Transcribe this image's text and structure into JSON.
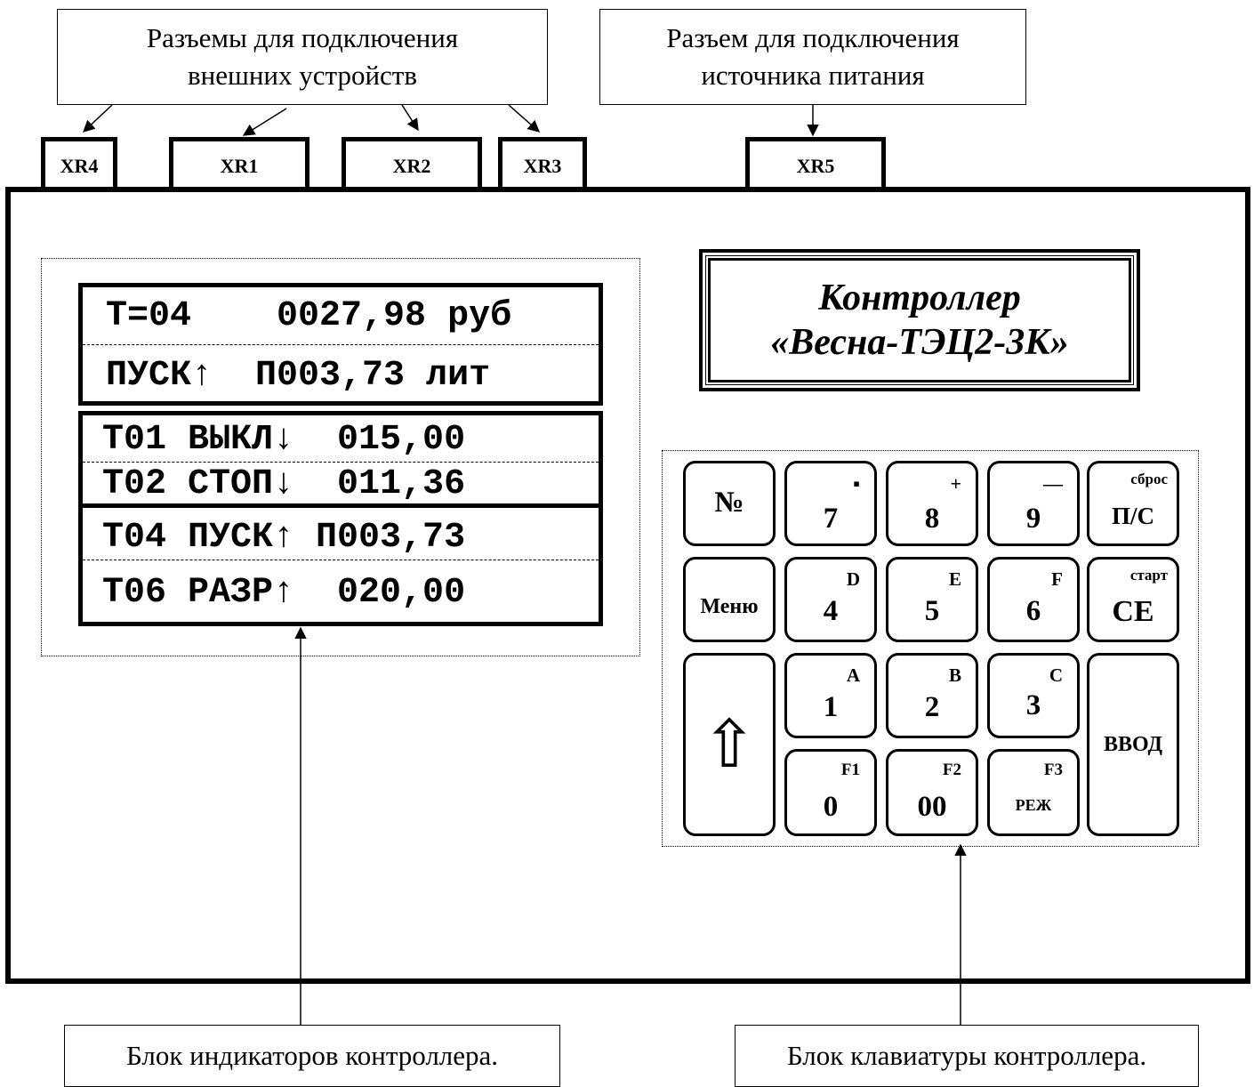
{
  "callouts": {
    "external_connectors": [
      "Разъемы для подключения",
      "внешних устройств"
    ],
    "power_connector": [
      "Разъем для подключения",
      "источника питания"
    ],
    "indicator_block": "Блок индикаторов контроллера.",
    "keyboard_block": "Блок клавиатуры контроллера."
  },
  "connectors": {
    "xr4": "XR4",
    "xr1": "XR1",
    "xr2": "XR2",
    "xr3": "XR3",
    "xr5": "XR5"
  },
  "title": {
    "line1": "Контроллер",
    "line2": "«Весна-ТЭЦ2-3К»"
  },
  "display": {
    "top": {
      "row1": "T=04    0027,98 руб",
      "row2": "ПУСК↑  П003,73 лит"
    },
    "bottom": {
      "row1": "T01 ВЫКЛ↓  015,00",
      "row2": "T02 СТОП↓  011,36",
      "row3": "T04 ПУСК↑ П003,73",
      "row4": "T06 РАЗР↑  020,00"
    }
  },
  "keypad": {
    "num": "№",
    "k7": "7",
    "k7_sup": "▪",
    "k8": "8",
    "k8_sup": "+",
    "k9": "9",
    "k9_sup": "—",
    "ps": "П/С",
    "ps_sup": "сброс",
    "menu": "Меню",
    "k4": "4",
    "k4_sup": "D",
    "k5": "5",
    "k5_sup": "E",
    "k6": "6",
    "k6_sup": "F",
    "ce": "CE",
    "ce_sup": "старт",
    "shift": "⇧",
    "k1": "1",
    "k1_sup": "A",
    "k2": "2",
    "k2_sup": "B",
    "k3": "3",
    "k3_sup": "C",
    "enter": "ВВОД",
    "k0": "0",
    "k0_sup": "F1",
    "k00": "00",
    "k00_sup": "F2",
    "rezh": "РЕЖ",
    "rezh_sup": "F3"
  }
}
